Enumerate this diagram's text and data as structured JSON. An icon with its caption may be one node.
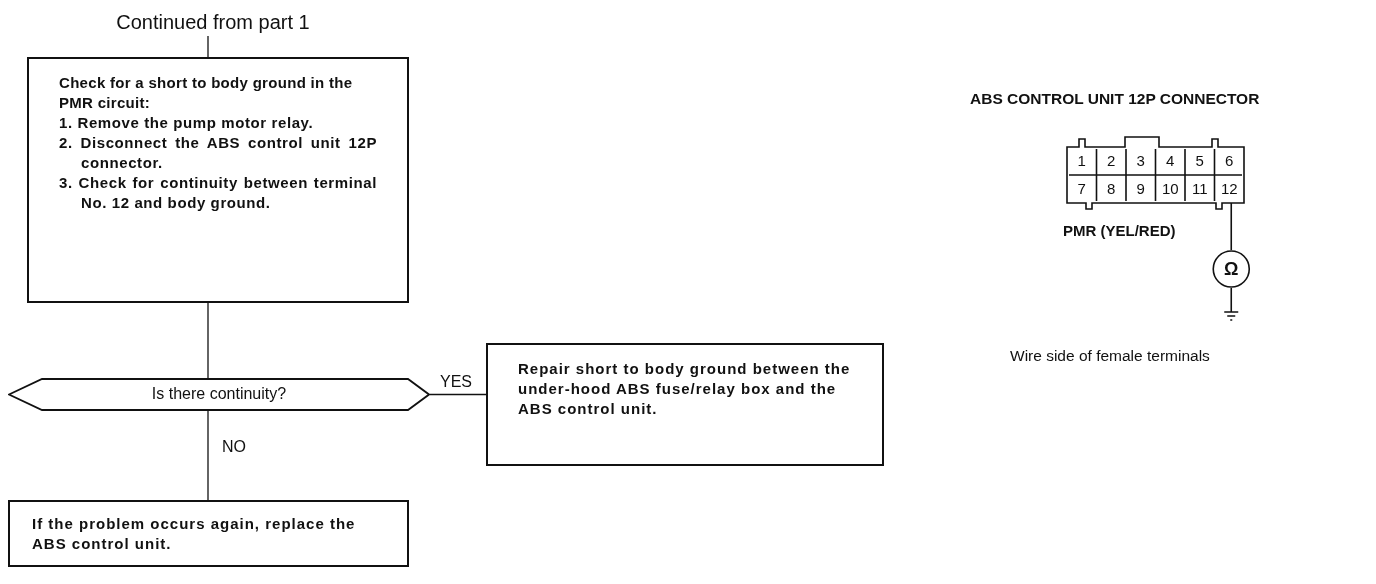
{
  "diagram": {
    "nodes": [
      {
        "text": [
          "Continued from part 1"
        ]
      },
      {
        "text": [
          "Check for a short to body ground in the PMR circuit:",
          "1. Remove the pump motor relay.",
          "2. Disconnect the ABS control unit 12P connector.",
          "3. Check for continuity between terminal No. 12 and body ground."
        ]
      },
      {
        "text": [
          "Is there continuity?"
        ]
      },
      {
        "text": [
          "Repair short to body ground between the under-hood ABS fuse/relay box and the ABS control unit."
        ]
      },
      {
        "text": [
          "If the problem occurs again, replace the ABS control unit."
        ]
      }
    ],
    "edges": [
      {
        "from": 0,
        "to": 1,
        "arrow": "none"
      },
      {
        "from": 1,
        "to": 2,
        "arrow": "none"
      },
      {
        "from": 2,
        "to": 3,
        "arrow": "none",
        "label": "YES"
      },
      {
        "from": 2,
        "to": 4,
        "arrow": "none",
        "label": "NO"
      }
    ],
    "labels": [
      "ABS CONTROL UNIT 12P CONNECTOR",
      "1",
      "2",
      "3",
      "4",
      "5",
      "6",
      "7",
      "8",
      "9",
      "10",
      "11",
      "12",
      "PMR (YEL/RED)",
      "Ω",
      "Wire side of female terminals"
    ]
  }
}
